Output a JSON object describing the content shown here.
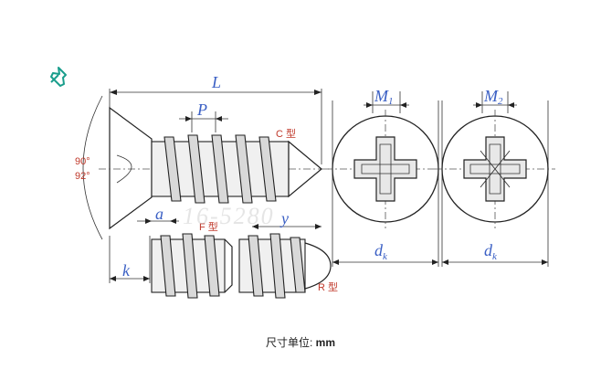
{
  "labels": {
    "L": "L",
    "P": "P",
    "M1": "M",
    "M1_sub": "1",
    "M2": "M",
    "M2_sub": "2",
    "a": "a",
    "y": "y",
    "k": "k",
    "dk1": "d",
    "dk1_sub": "k",
    "dk2": "d",
    "dk2_sub": "k",
    "angle_top": "90°",
    "angle_bottom": "92°",
    "type_c": "C 型",
    "type_f": "F 型",
    "type_r": "R 型"
  },
  "watermark": "16-5280",
  "caption": {
    "prefix": "尺寸单位: ",
    "unit": "mm"
  },
  "colors": {
    "dimension": "#3a5fc4",
    "type_label": "#c0392b",
    "line": "#222222",
    "pin_icon": "#1a9e8c"
  }
}
